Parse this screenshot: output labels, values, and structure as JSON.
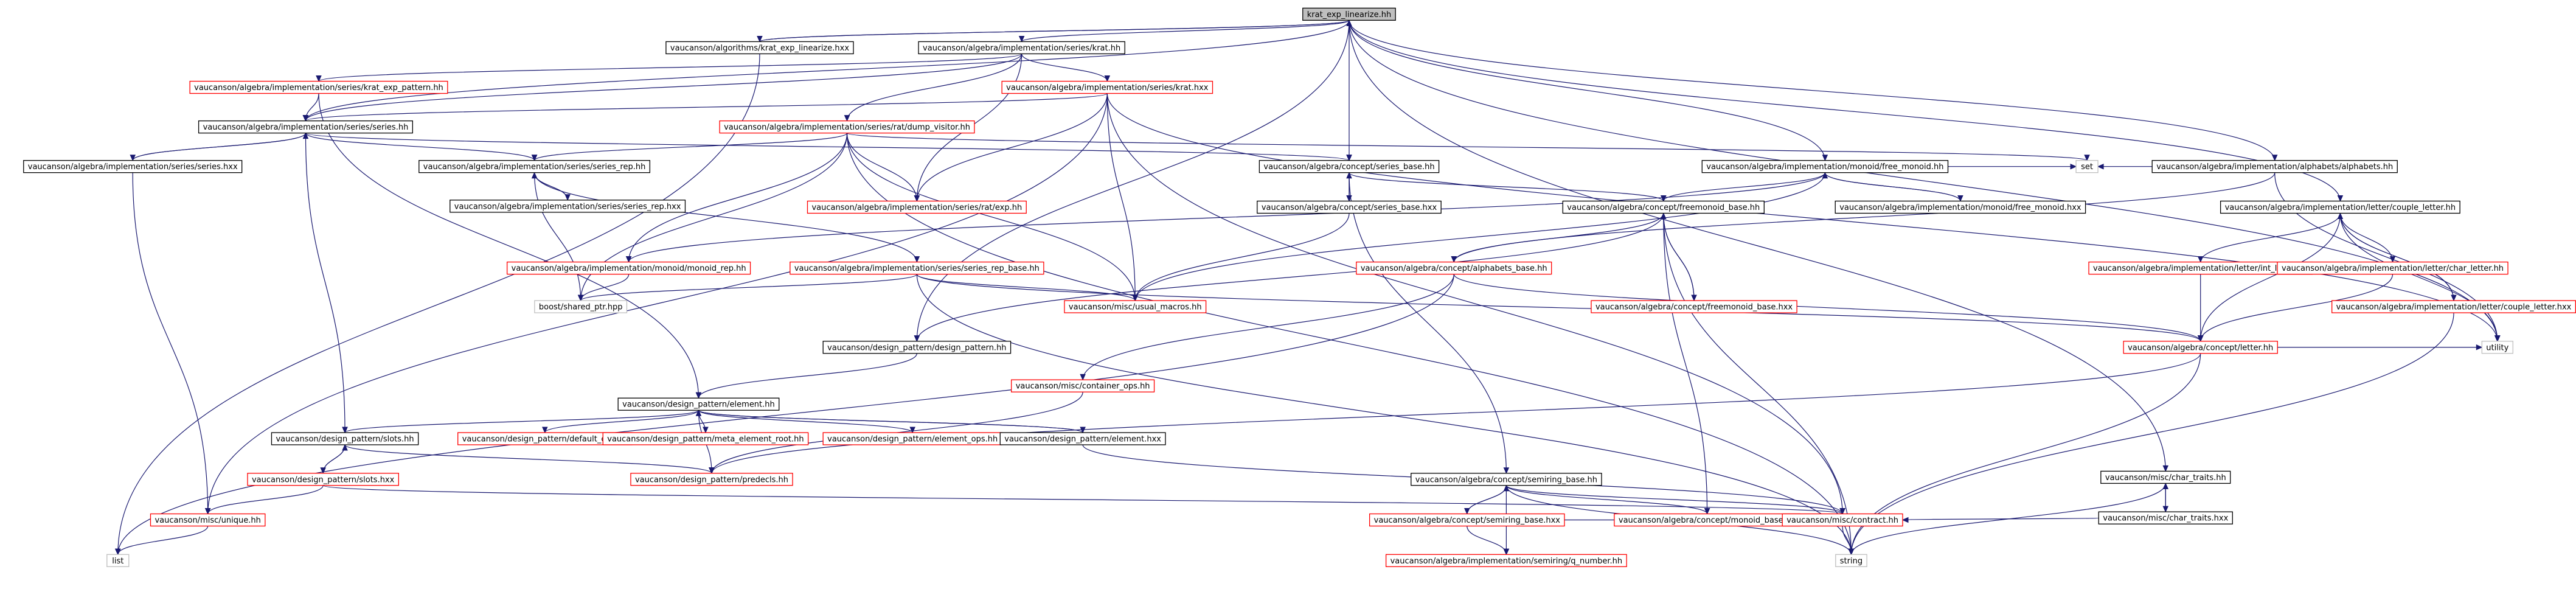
{
  "title": "krat_exp_linearize.hh",
  "colors": {
    "edge": "#191970",
    "box_border_documented": "#000000",
    "box_border_undocumented": "#ff0000",
    "box_border_external": "#bfbfbf",
    "root_fill": "#bfbfbf",
    "text": "#000000"
  },
  "nodes": [
    {
      "id": "root",
      "label": "krat_exp_linearize.hh",
      "kind": "root"
    },
    {
      "id": "alg_krat_exp_lin_hxx",
      "label": "vaucanson/algorithms/krat_exp_linearize.hxx",
      "kind": "doc"
    },
    {
      "id": "series_krat_hh",
      "label": "vaucanson/algebra/implementation/series/krat.hh",
      "kind": "doc"
    },
    {
      "id": "krat_exp_pattern_hh",
      "label": "vaucanson/algebra/implementation/series/krat_exp_pattern.hh",
      "kind": "red"
    },
    {
      "id": "krat_hxx",
      "label": "vaucanson/algebra/implementation/series/krat.hxx",
      "kind": "red"
    },
    {
      "id": "series_hh",
      "label": "vaucanson/algebra/implementation/series/series.hh",
      "kind": "doc"
    },
    {
      "id": "series_hxx",
      "label": "vaucanson/algebra/implementation/series/series.hxx",
      "kind": "doc"
    },
    {
      "id": "dump_visitor_hh",
      "label": "vaucanson/algebra/implementation/series/rat/dump_visitor.hh",
      "kind": "red"
    },
    {
      "id": "rat_exp_hh",
      "label": "vaucanson/algebra/implementation/series/rat/exp.hh",
      "kind": "red"
    },
    {
      "id": "series_rep_hh",
      "label": "vaucanson/algebra/implementation/series/series_rep.hh",
      "kind": "doc"
    },
    {
      "id": "series_rep_hxx",
      "label": "vaucanson/algebra/implementation/series/series_rep.hxx",
      "kind": "doc"
    },
    {
      "id": "monoid_rep_hh",
      "label": "vaucanson/algebra/implementation/monoid/monoid_rep.hh",
      "kind": "red"
    },
    {
      "id": "series_rep_base_hh",
      "label": "vaucanson/algebra/implementation/series/series_rep_base.hh",
      "kind": "red"
    },
    {
      "id": "shared_ptr",
      "label": "boost/shared_ptr.hpp",
      "kind": "gray"
    },
    {
      "id": "concept_series_base_hh",
      "label": "vaucanson/algebra/concept/series_base.hh",
      "kind": "doc"
    },
    {
      "id": "concept_series_base_hxx",
      "label": "vaucanson/algebra/concept/series_base.hxx",
      "kind": "doc"
    },
    {
      "id": "usual_macros",
      "label": "vaucanson/misc/usual_macros.hh",
      "kind": "red"
    },
    {
      "id": "free_monoid_hh",
      "label": "vaucanson/algebra/implementation/monoid/free_monoid.hh",
      "kind": "doc"
    },
    {
      "id": "free_monoid_hxx",
      "label": "vaucanson/algebra/implementation/monoid/free_monoid.hxx",
      "kind": "doc"
    },
    {
      "id": "freemonoid_base_hh",
      "label": "vaucanson/algebra/concept/freemonoid_base.hh",
      "kind": "doc"
    },
    {
      "id": "freemonoid_base_hxx",
      "label": "vaucanson/algebra/concept/freemonoid_base.hxx",
      "kind": "red"
    },
    {
      "id": "set",
      "label": "set",
      "kind": "gray"
    },
    {
      "id": "alphabets_hh",
      "label": "vaucanson/algebra/implementation/alphabets/alphabets.hh",
      "kind": "doc"
    },
    {
      "id": "alphabets_base_hh",
      "label": "vaucanson/algebra/concept/alphabets_base.hh",
      "kind": "red"
    },
    {
      "id": "couple_letter_hh",
      "label": "vaucanson/algebra/implementation/letter/couple_letter.hh",
      "kind": "doc"
    },
    {
      "id": "int_letter_hh",
      "label": "vaucanson/algebra/implementation/letter/int_letter.hh",
      "kind": "red"
    },
    {
      "id": "char_letter_hh",
      "label": "vaucanson/algebra/implementation/letter/char_letter.hh",
      "kind": "red"
    },
    {
      "id": "couple_letter_hxx",
      "label": "vaucanson/algebra/implementation/letter/couple_letter.hxx",
      "kind": "red"
    },
    {
      "id": "concept_letter_hh",
      "label": "vaucanson/algebra/concept/letter.hh",
      "kind": "red"
    },
    {
      "id": "utility",
      "label": "utility",
      "kind": "gray"
    },
    {
      "id": "design_pattern_hh",
      "label": "vaucanson/design_pattern/design_pattern.hh",
      "kind": "doc"
    },
    {
      "id": "container_ops_hh",
      "label": "vaucanson/misc/container_ops.hh",
      "kind": "red"
    },
    {
      "id": "element_hh",
      "label": "vaucanson/design_pattern/element.hh",
      "kind": "doc"
    },
    {
      "id": "slots_hh",
      "label": "vaucanson/design_pattern/slots.hh",
      "kind": "doc"
    },
    {
      "id": "default_ops_hh",
      "label": "vaucanson/design_pattern/default_ops.hh",
      "kind": "red"
    },
    {
      "id": "meta_element_root_hh",
      "label": "vaucanson/design_pattern/meta_element_root.hh",
      "kind": "red"
    },
    {
      "id": "element_ops_hh",
      "label": "vaucanson/design_pattern/element_ops.hh",
      "kind": "red"
    },
    {
      "id": "element_hxx",
      "label": "vaucanson/design_pattern/element.hxx",
      "kind": "doc"
    },
    {
      "id": "slots_hxx",
      "label": "vaucanson/design_pattern/slots.hxx",
      "kind": "red"
    },
    {
      "id": "predecls_hh",
      "label": "vaucanson/design_pattern/predecls.hh",
      "kind": "red"
    },
    {
      "id": "unique_hh",
      "label": "vaucanson/misc/unique.hh",
      "kind": "red"
    },
    {
      "id": "list",
      "label": "list",
      "kind": "gray"
    },
    {
      "id": "semiring_base_hh",
      "label": "vaucanson/algebra/concept/semiring_base.hh",
      "kind": "doc"
    },
    {
      "id": "semiring_base_hxx",
      "label": "vaucanson/algebra/concept/semiring_base.hxx",
      "kind": "red"
    },
    {
      "id": "monoid_base_hh",
      "label": "vaucanson/algebra/concept/monoid_base.hh",
      "kind": "red"
    },
    {
      "id": "contract_hh",
      "label": "vaucanson/misc/contract.hh",
      "kind": "red"
    },
    {
      "id": "q_number_hh",
      "label": "vaucanson/algebra/implementation/semiring/q_number.hh",
      "kind": "red"
    },
    {
      "id": "string",
      "label": "string",
      "kind": "gray"
    },
    {
      "id": "char_traits_hh",
      "label": "vaucanson/misc/char_traits.hh",
      "kind": "doc"
    },
    {
      "id": "char_traits_hxx",
      "label": "vaucanson/misc/char_traits.hxx",
      "kind": "doc"
    }
  ]
}
